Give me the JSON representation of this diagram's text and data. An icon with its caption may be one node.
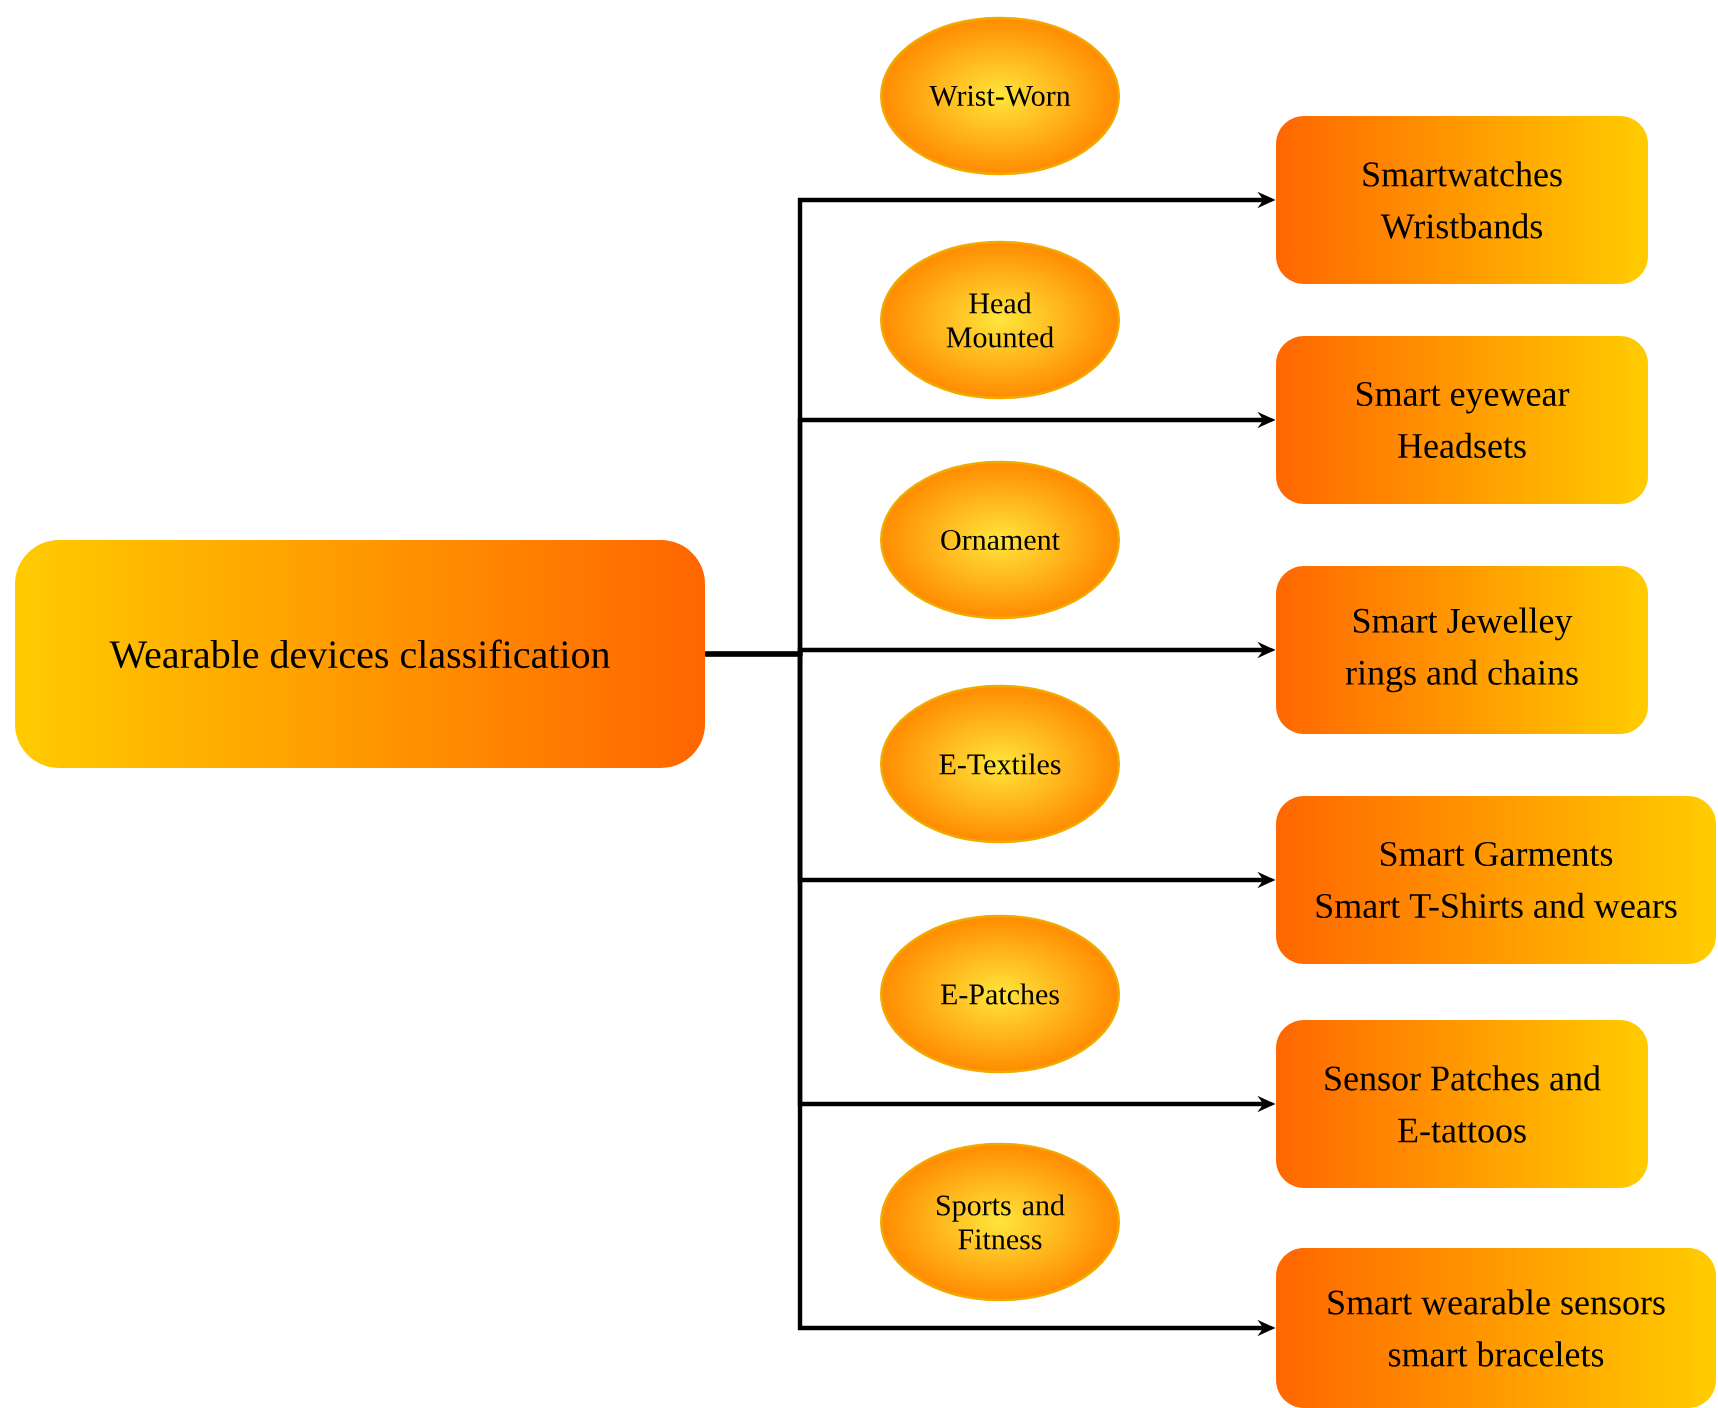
{
  "diagram": {
    "nodes": [
      {
        "text": [
          "Wearable devices classification"
        ]
      },
      {
        "text": [
          "Wrist-Worn"
        ]
      },
      {
        "text": [
          "Head Mounted"
        ]
      },
      {
        "text": [
          "Ornament"
        ]
      },
      {
        "text": [
          "E-Textiles"
        ]
      },
      {
        "text": [
          "E-Patches"
        ]
      },
      {
        "text": [
          "Sports and Fitness"
        ]
      },
      {
        "text": [
          "Smartwatches",
          "Wristbands"
        ]
      },
      {
        "text": [
          "Smart eyewear",
          "Headsets"
        ]
      },
      {
        "text": [
          "Smart Jewelley",
          "rings and chains"
        ]
      },
      {
        "text": [
          "Smart Garments",
          "Smart T-Shirts and wears"
        ]
      },
      {
        "text": [
          "Sensor Patches and",
          "E-tattoos"
        ]
      },
      {
        "text": [
          "Smart wearable sensors",
          "smart bracelets"
        ]
      }
    ],
    "edges": [
      {
        "from": 0,
        "to": 7,
        "arrow": "to"
      },
      {
        "from": 0,
        "to": 8,
        "arrow": "to"
      },
      {
        "from": 0,
        "to": 9,
        "arrow": "to"
      },
      {
        "from": 0,
        "to": 10,
        "arrow": "to"
      },
      {
        "from": 0,
        "to": 11,
        "arrow": "to"
      },
      {
        "from": 0,
        "to": 12,
        "arrow": "to"
      }
    ]
  }
}
